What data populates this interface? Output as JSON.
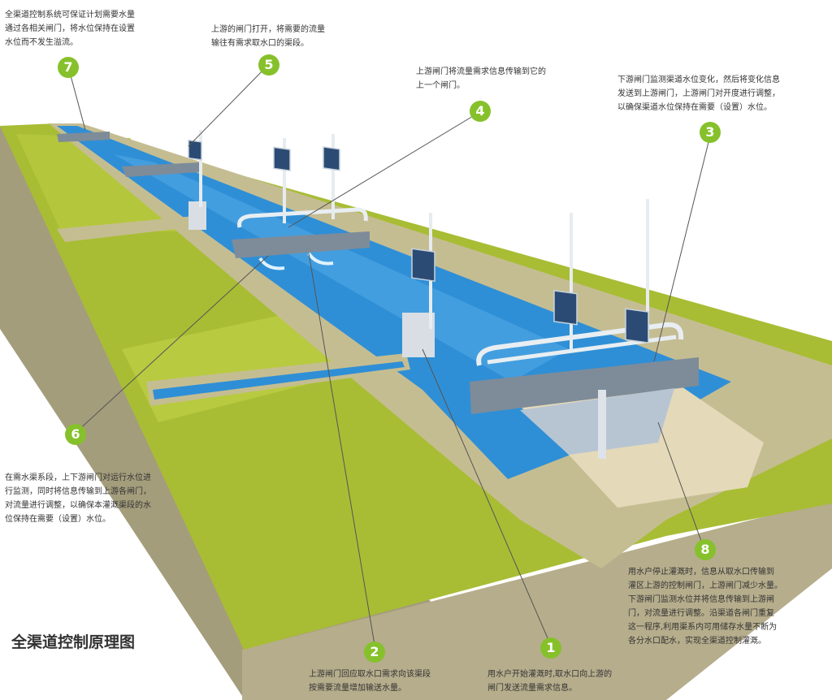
{
  "title": "全渠道控制原理图",
  "colors": {
    "grass": "#a8bd34",
    "water": "#2f8fd6",
    "soil": "#b9a986",
    "earth": "#c5bd92",
    "badge": "#86c12b"
  },
  "callouts": [
    {
      "number": "1",
      "lines": [
        "用水户开始灌溉时,取水口向上游的",
        "闸门发送流量需求信息。"
      ]
    },
    {
      "number": "2",
      "lines": [
        "上游闸门回应取水口需求向该渠段",
        "按需要流量增加输送水量。"
      ]
    },
    {
      "number": "3",
      "lines": [
        "下游闸门监测渠道水位变化，然后将变化信息",
        "发送到上游闸门，上游闸门对开度进行调整，",
        "以确保渠道水位保持在需要（设置）水位。"
      ]
    },
    {
      "number": "4",
      "lines": [
        "上游闸门将流量需求信息传输到它的",
        "上一个闸门。"
      ]
    },
    {
      "number": "5",
      "lines": [
        "上游的闸门打开，将需要的流量",
        "输往有需求取水口的渠段。"
      ]
    },
    {
      "number": "6",
      "lines": [
        "在需水渠系段，上下游闸门对运行水位进",
        "行监测，同时将信息传输到上游各闸门，",
        "对流量进行调整，以确保本灌溉渠段的水",
        "位保持在需要（设置）水位。"
      ]
    },
    {
      "number": "7",
      "lines": [
        "全渠道控制系统可保证计划需要水量",
        "通过各相关闸门，将水位保持在设置",
        "水位而不发生溢流。"
      ]
    },
    {
      "number": "8",
      "lines": [
        "用水户停止灌溉时，信息从取水口传输到",
        "灌区上游的控制闸门，上游闸门减少水量。",
        "下游闸门监测水位并将信息传输到上游闸",
        "门，对流量进行调整。沿渠道各闸门重复",
        "这一程序,利用渠系内可用储存水量不断为",
        "各分水口配水，实现全渠道控制灌溉。"
      ]
    }
  ]
}
